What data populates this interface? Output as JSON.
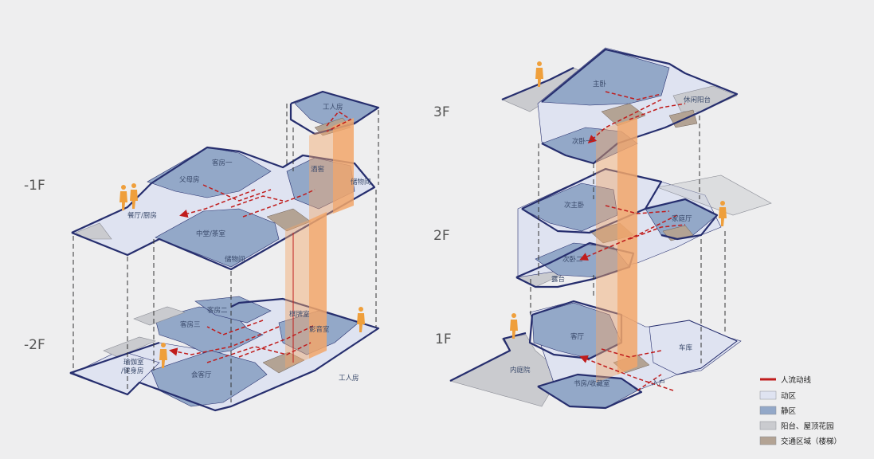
{
  "colors": {
    "dynamic": "#dfe3f1",
    "static": "#93a8c8",
    "balcony": "#cacbcf",
    "traffic": "#b3a394",
    "outline": "#262e6e",
    "flow": "#c01c1c",
    "shaft": "#f2a66a",
    "figure": "#ef9f3b"
  },
  "floors": {
    "b1": "-1F",
    "b2": "-2F",
    "f1": "1F",
    "f2": "2F",
    "f3": "3F"
  },
  "rooms": {
    "b1": {
      "worker_room": "工人房",
      "guest_room_1": "客房一",
      "parents_room": "父母房",
      "wine_cellar": "酒窖",
      "storage_a": "储物间",
      "dining_kitchen": "餐厅/厨房",
      "hall_tea_room": "中堂/茶室",
      "storage_b": "储物间"
    },
    "b2": {
      "guest_room_2": "客房二",
      "guest_room_3": "客房三",
      "chess_room": "棋牌室",
      "cinema": "影音室",
      "yoga_gym_line1": "瑜伽室",
      "yoga_gym_line2": "/健身房",
      "reception": "会客厅",
      "worker_room": "工人房"
    },
    "f3": {
      "master_bedroom": "主卧",
      "leisure_balcony": "休闲阳台",
      "second_bedroom_1": "次卧一"
    },
    "f2": {
      "second_master": "次主卧",
      "family_room": "家庭厅",
      "second_bedroom_2": "次卧二",
      "terrace": "露台"
    },
    "f1": {
      "living_room": "客厅",
      "garage": "车库",
      "courtyard": "内庭院",
      "study_collection": "书房/收藏室",
      "entrance": "入户"
    }
  },
  "legend": [
    {
      "label": "人流动线",
      "color": "#c01c1c",
      "kind": "line"
    },
    {
      "label": "动区",
      "color": "#dfe3f1",
      "kind": "swatch"
    },
    {
      "label": "静区",
      "color": "#93a8c8",
      "kind": "swatch"
    },
    {
      "label": "阳台、屋顶花园",
      "color": "#cacbcf",
      "kind": "swatch"
    },
    {
      "label": "交通区域（楼梯）",
      "color": "#b3a394",
      "kind": "swatch"
    }
  ]
}
